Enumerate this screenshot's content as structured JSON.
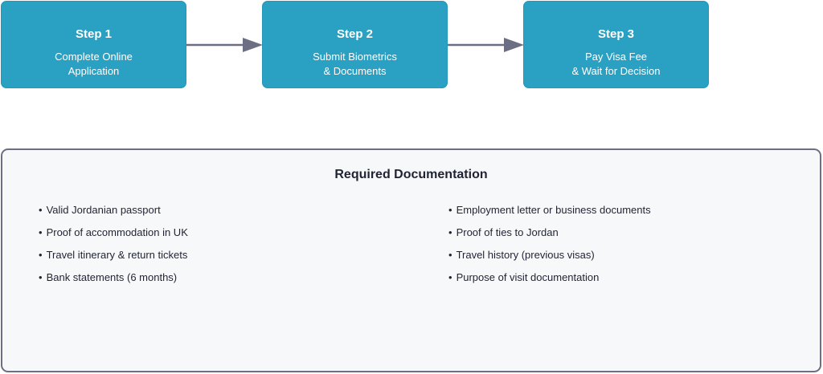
{
  "steps": [
    {
      "title": "Step 1",
      "lines": [
        "Complete Online",
        "Application"
      ]
    },
    {
      "title": "Step 2",
      "lines": [
        "Submit Biometrics",
        "& Documents"
      ]
    },
    {
      "title": "Step 3",
      "lines": [
        "Pay Visa Fee",
        "& Wait for Decision"
      ]
    }
  ],
  "documentation": {
    "title": "Required Documentation",
    "left_items": [
      "Valid Jordanian passport",
      "Proof of accommodation in UK",
      "Travel itinerary & return tickets",
      "Bank statements (6 months)"
    ],
    "right_items": [
      "Employment letter or business documents",
      "Proof of ties to Jordan",
      "Travel history (previous visas)",
      "Purpose of visit documentation"
    ]
  },
  "colors": {
    "step_fill": "#2aa0c3",
    "arrow": "#6c6e84",
    "panel_border": "#6c6e84",
    "panel_fill": "#f7f8fa"
  }
}
